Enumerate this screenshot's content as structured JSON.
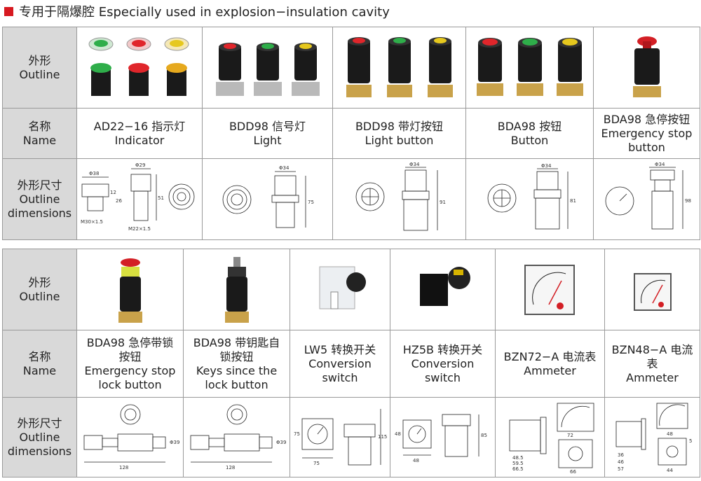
{
  "title": "专用于隔爆腔 Especially used in explosion−insulation cavity",
  "row_headers": {
    "outline": [
      "外形",
      "Outline"
    ],
    "name": [
      "名称",
      "Name"
    ],
    "dims": [
      "外形尺寸",
      "Outline",
      "dimensions"
    ]
  },
  "table1": [
    {
      "name": [
        "AD22−16 指示灯",
        "Indicator"
      ],
      "dims": [
        "Φ38",
        "12",
        "26",
        "M30×1.5",
        "Φ29",
        "51",
        "M22×1.5"
      ]
    },
    {
      "name": [
        "BDD98 信号灯",
        "Light"
      ],
      "dims": [
        "Φ34",
        "75"
      ]
    },
    {
      "name": [
        "BDD98 带灯按钮",
        "Light button"
      ],
      "dims": [
        "Φ34",
        "91"
      ]
    },
    {
      "name": [
        "BDA98 按钮",
        "Button"
      ],
      "dims": [
        "Φ34",
        "81"
      ]
    },
    {
      "name": [
        "BDA98 急停按钮",
        "Emergency stop",
        "button"
      ],
      "dims": [
        "Φ34",
        "98"
      ]
    }
  ],
  "table2": [
    {
      "name": [
        "BDA98 急停带锁",
        "按钮",
        "Emergency stop",
        "lock button"
      ],
      "dims": [
        "Φ39",
        "128"
      ]
    },
    {
      "name": [
        "BDA98 带钥匙自",
        "锁按钮",
        "Keys since the",
        "lock button"
      ],
      "dims": [
        "Φ39",
        "128"
      ]
    },
    {
      "name": [
        "LW5 转换开关",
        "Conversion",
        "switch"
      ],
      "dims": [
        "75",
        "75",
        "115"
      ]
    },
    {
      "name": [
        "HZ5B 转换开关",
        "Conversion",
        "switch"
      ],
      "dims": [
        "48",
        "48",
        "85"
      ]
    },
    {
      "name": [
        "BZN72−A 电流表",
        "Ammeter"
      ],
      "dims": [
        "48.5",
        "59.5",
        "66.5",
        "72",
        "66"
      ]
    },
    {
      "name": [
        "BZN48−A 电流",
        "表",
        "Ammeter"
      ],
      "dims": [
        "36",
        "46",
        "57",
        "48",
        "44",
        "5"
      ]
    }
  ],
  "colors": {
    "lamp_green": "#2fae4a",
    "lamp_red": "#e0262b",
    "lamp_yellow": "#e6c81e",
    "brand_red": "#d71920",
    "header_gray": "#d9d9d9"
  }
}
